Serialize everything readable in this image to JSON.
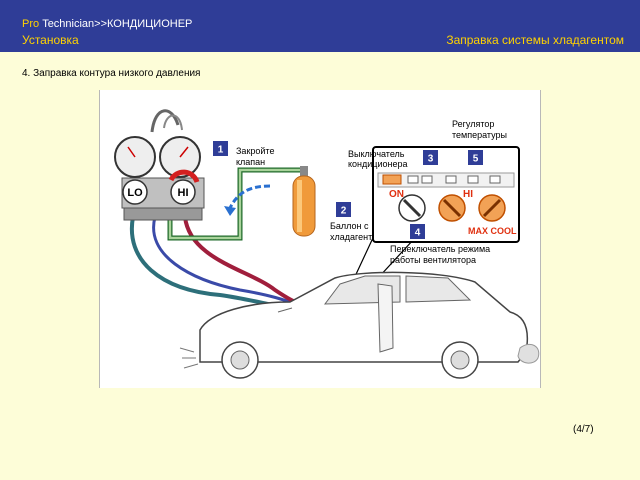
{
  "header": {
    "breadcrumb_prefix": "Pro",
    "breadcrumb_rest": "Technician>>КОНДИЦИОНЕР",
    "section": "Установка",
    "title_right": "Заправка системы хладагентом"
  },
  "step_title": "4. Заправка контура низкого давления",
  "figure": {
    "n1": "1",
    "n2": "2",
    "n3": "3",
    "n4": "4",
    "n5": "5",
    "close_valve_1": "Закройте",
    "close_valve_2": "клапан",
    "lo": "LO",
    "hi": "HI",
    "cylinder_1": "Баллон с",
    "cylinder_2": "хладагентом",
    "ac_switch_1": "Выключатель",
    "ac_switch_2": "кондиционера",
    "temp_1": "Регулятор",
    "temp_2": "температуры",
    "on": "ON",
    "hi_label": "HI",
    "max_cool": "MAX COOL",
    "fan_1": "Переключатель режима",
    "fan_2": "работы вентилятора"
  },
  "page_num": "(4/7)"
}
